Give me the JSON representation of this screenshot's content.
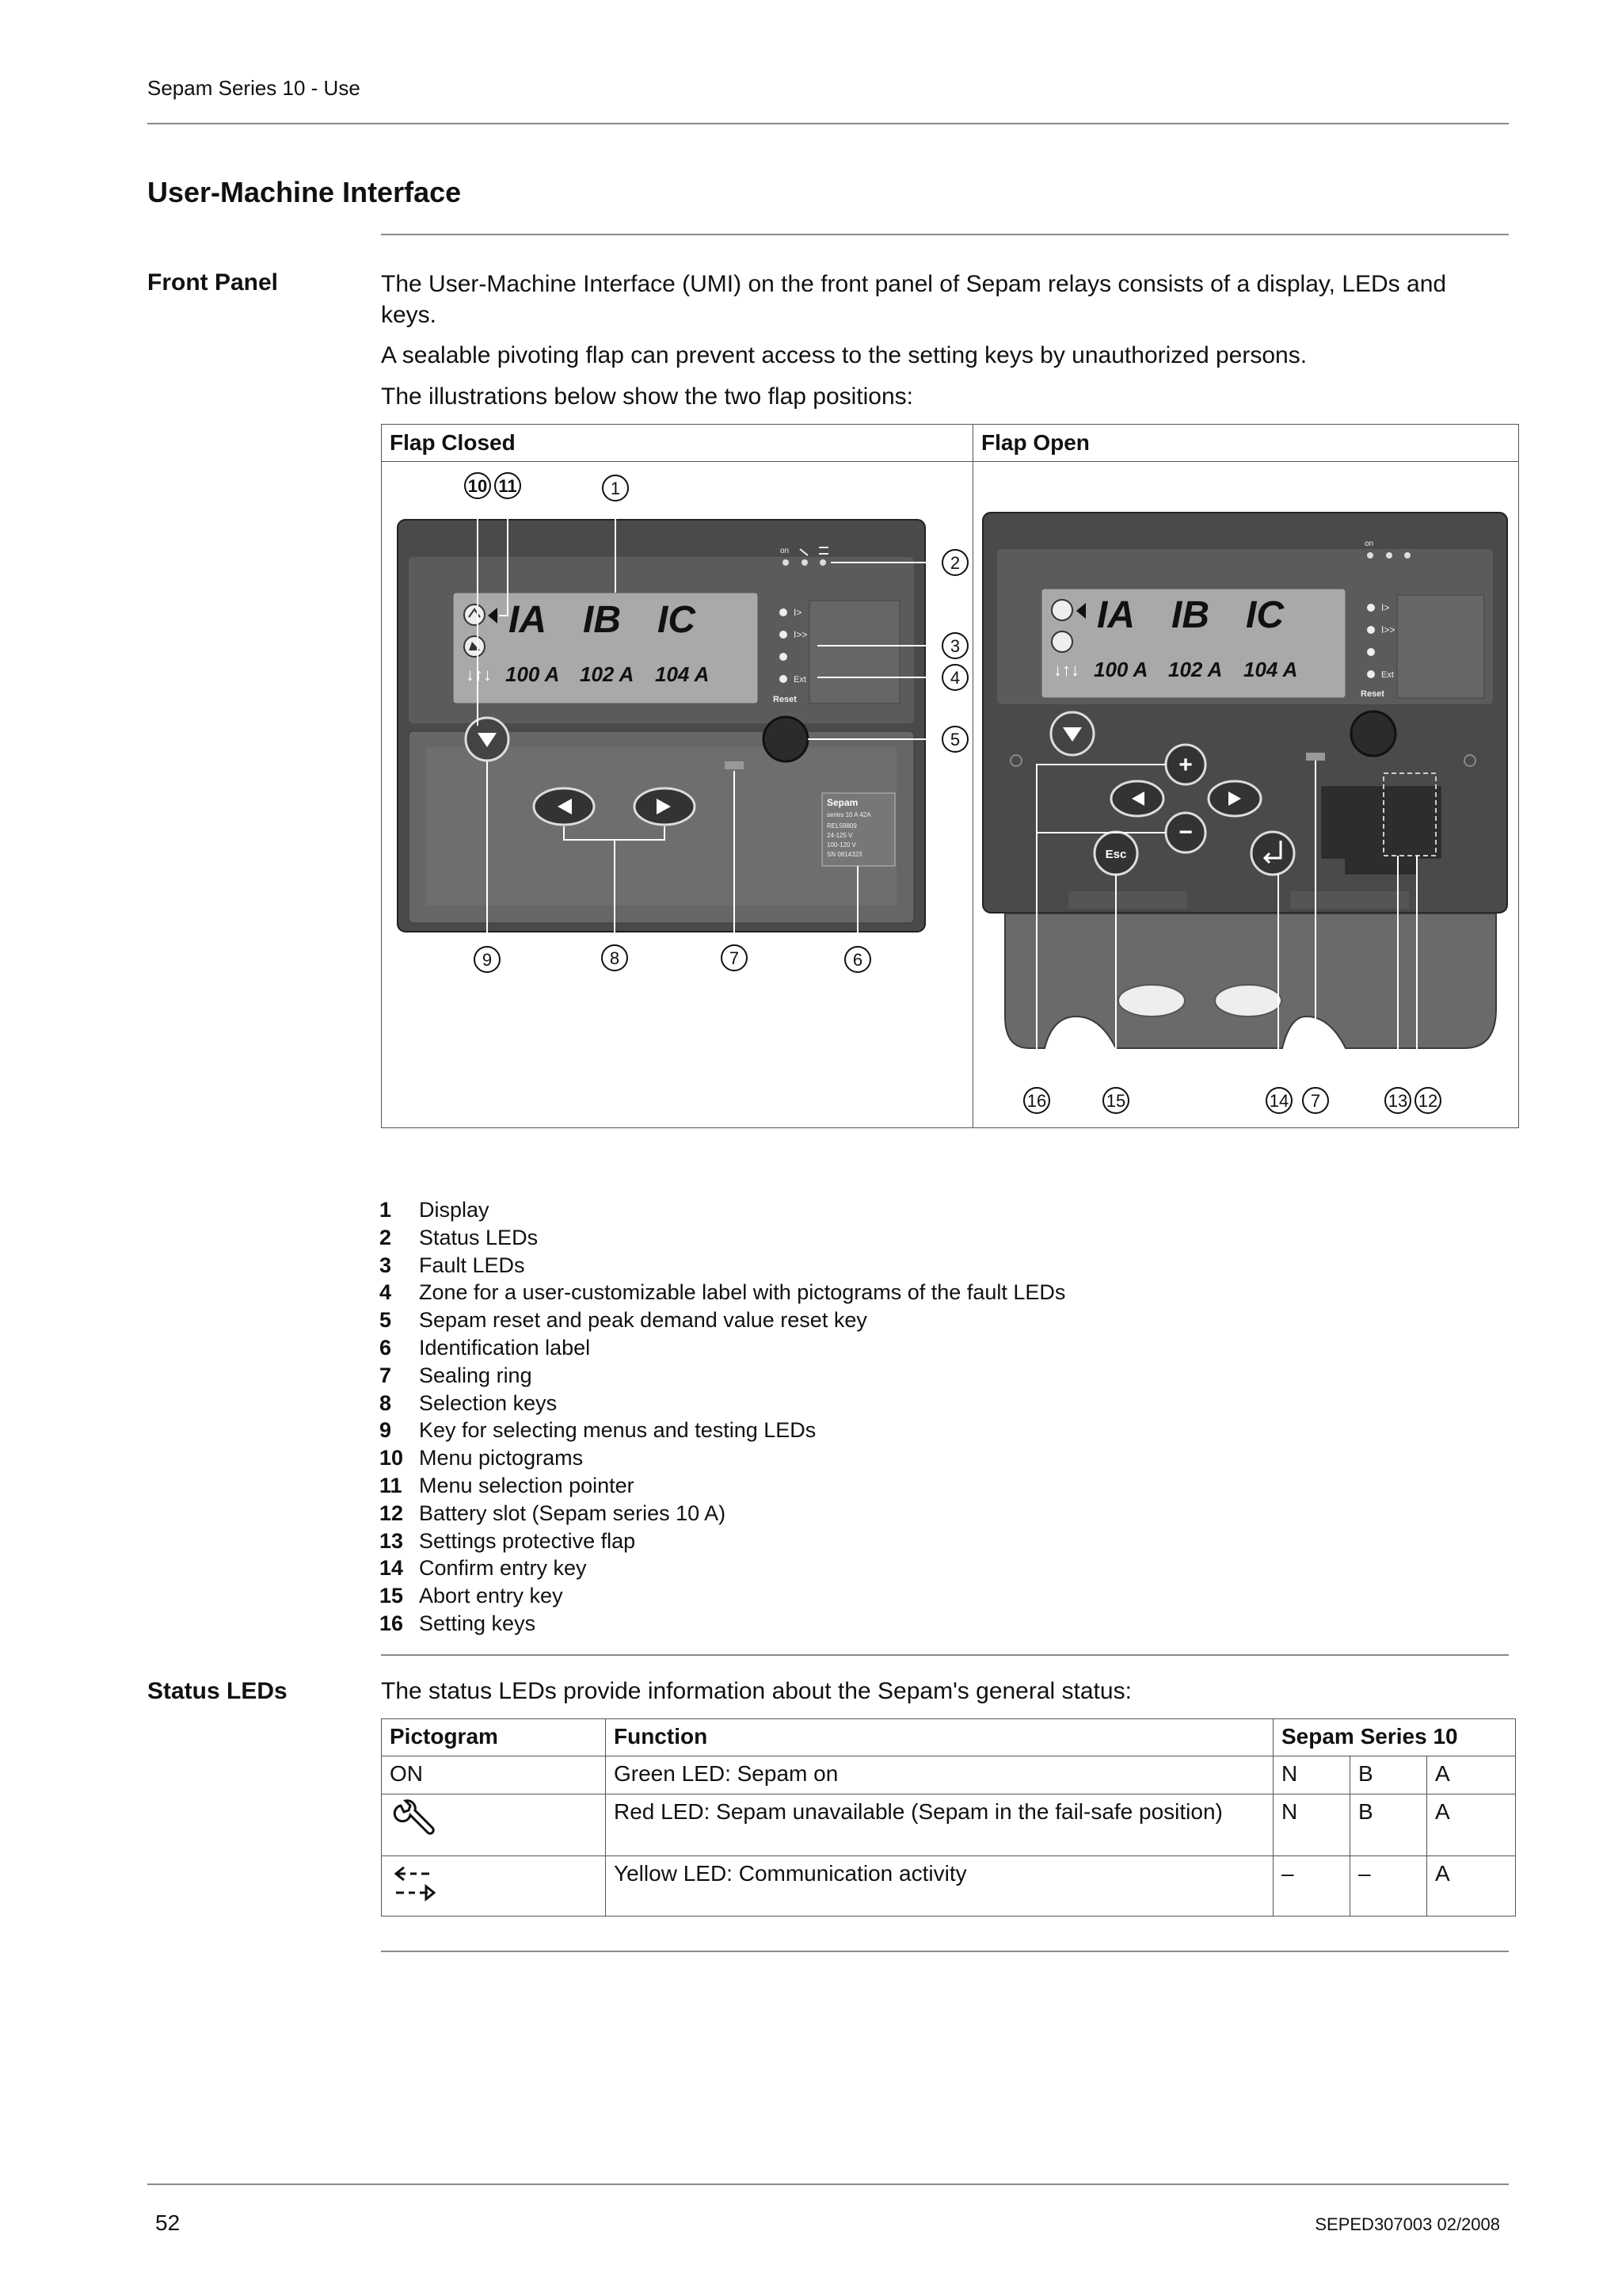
{
  "header": {
    "running_title": "Sepam Series 10 - Use"
  },
  "section_title": "User-Machine Interface",
  "front_panel": {
    "label": "Front Panel",
    "paragraphs": [
      "The User-Machine Interface (UMI) on the front panel of Sepam relays consists of a display, LEDs and keys.",
      "A sealable pivoting flap can prevent access to the setting keys by unauthorized persons.",
      "The illustrations below show the two flap positions:"
    ],
    "figure": {
      "col_closed": "Flap Closed",
      "col_open": "Flap Open",
      "display": {
        "phases": [
          "IA",
          "IB",
          "IC"
        ],
        "currents": [
          "100 A",
          "102 A",
          "104 A"
        ]
      },
      "status_led_labels": [
        "on"
      ],
      "fault_led_labels": [
        "I>",
        "I>>",
        "Ext"
      ],
      "reset_label": "Reset",
      "esc_label": "Esc",
      "id_label_lines": [
        "Sepam",
        "series 10 A 42A",
        "REL59809",
        "24-125 V",
        "100-120 V",
        "SN 0814323"
      ],
      "callouts_closed": [
        "10",
        "11",
        "1",
        "2",
        "3",
        "4",
        "5",
        "9",
        "8",
        "7",
        "6"
      ],
      "callouts_open": [
        "16",
        "15",
        "14",
        "7",
        "13",
        "12"
      ]
    },
    "legend": [
      {
        "num": "1",
        "text": "Display"
      },
      {
        "num": "2",
        "text": "Status LEDs"
      },
      {
        "num": "3",
        "text": "Fault LEDs"
      },
      {
        "num": "4",
        "text": "Zone for a user-customizable label with pictograms of the fault LEDs"
      },
      {
        "num": "5",
        "text": "Sepam reset and peak demand value reset key"
      },
      {
        "num": "6",
        "text": "Identification label"
      },
      {
        "num": "7",
        "text": "Sealing ring"
      },
      {
        "num": "8",
        "text": "Selection keys"
      },
      {
        "num": "9",
        "text": "Key for selecting menus and testing LEDs"
      },
      {
        "num": "10",
        "text": "Menu pictograms"
      },
      {
        "num": "11",
        "text": "Menu selection pointer"
      },
      {
        "num": "12",
        "text": "Battery slot (Sepam series 10 A)"
      },
      {
        "num": "13",
        "text": "Settings protective flap"
      },
      {
        "num": "14",
        "text": "Confirm entry key"
      },
      {
        "num": "15",
        "text": "Abort entry key"
      },
      {
        "num": "16",
        "text": "Setting keys"
      }
    ]
  },
  "status_leds": {
    "label": "Status LEDs",
    "intro": "The status LEDs provide information about the Sepam's general status:",
    "table": {
      "headers": [
        "Pictogram",
        "Function",
        "Sepam Series 10"
      ],
      "rows": [
        {
          "pictogram": "ON",
          "icon": "",
          "function": "Green LED: Sepam on",
          "n": "N",
          "b": "B",
          "a": "A"
        },
        {
          "pictogram": "",
          "icon": "wrench-icon",
          "function": "Red LED: Sepam unavailable (Sepam in the fail-safe position)",
          "n": "N",
          "b": "B",
          "a": "A"
        },
        {
          "pictogram": "",
          "icon": "communication-arrows-icon",
          "function": "Yellow LED: Communication activity",
          "n": "–",
          "b": "–",
          "a": "A"
        }
      ]
    }
  },
  "footer": {
    "page_number": "52",
    "doc_ref": "SEPED307003 02/2008"
  }
}
